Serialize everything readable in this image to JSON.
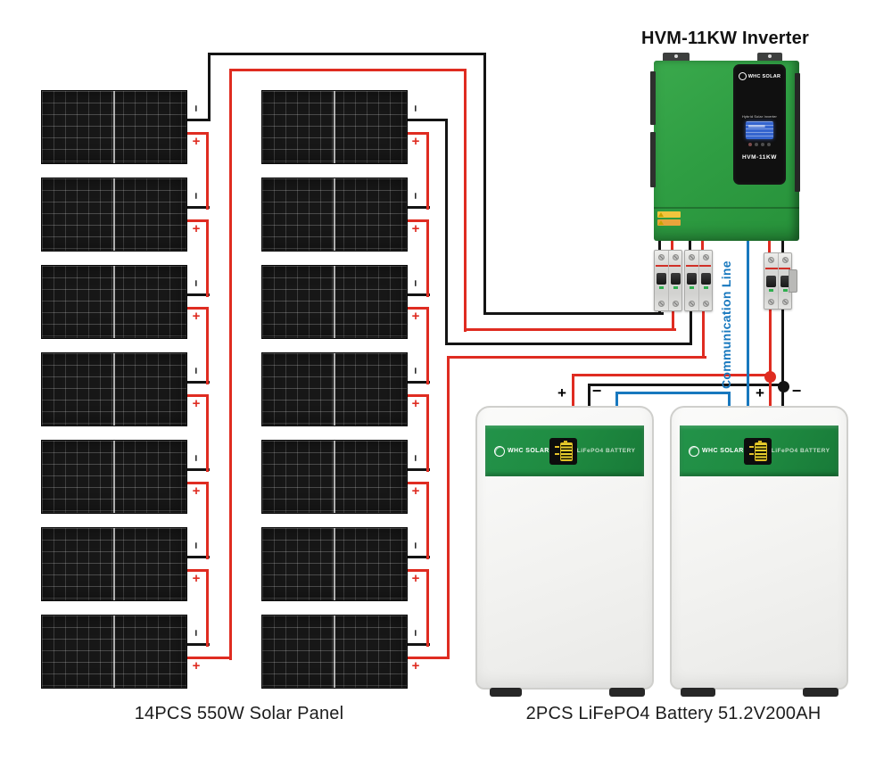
{
  "inverter": {
    "title": "HVM-11KW Inverter",
    "brand": "WHC SOLAR",
    "panel_subtitle": "Hybrid Solar Inverter",
    "model": "HVM-11KW"
  },
  "solar_array": {
    "caption": "14PCS 550W Solar Panel",
    "panel_count": 14,
    "columns": 2,
    "panels_per_column": 7
  },
  "battery_bank": {
    "caption": "2PCS LiFePO4 Battery 51.2V200AH",
    "count": 2,
    "brand": "WHC SOLAR",
    "type_label": "LiFePO4 BATTERY"
  },
  "communication_line_label": "Communication Line",
  "labels": {
    "plus": "+",
    "minus": "−"
  },
  "colors": {
    "wire_red": "#df2c21",
    "wire_black": "#141414",
    "wire_blue": "#1878be",
    "inverter_green": "#2f9e43",
    "battery_band_green": "#1f8b41"
  }
}
